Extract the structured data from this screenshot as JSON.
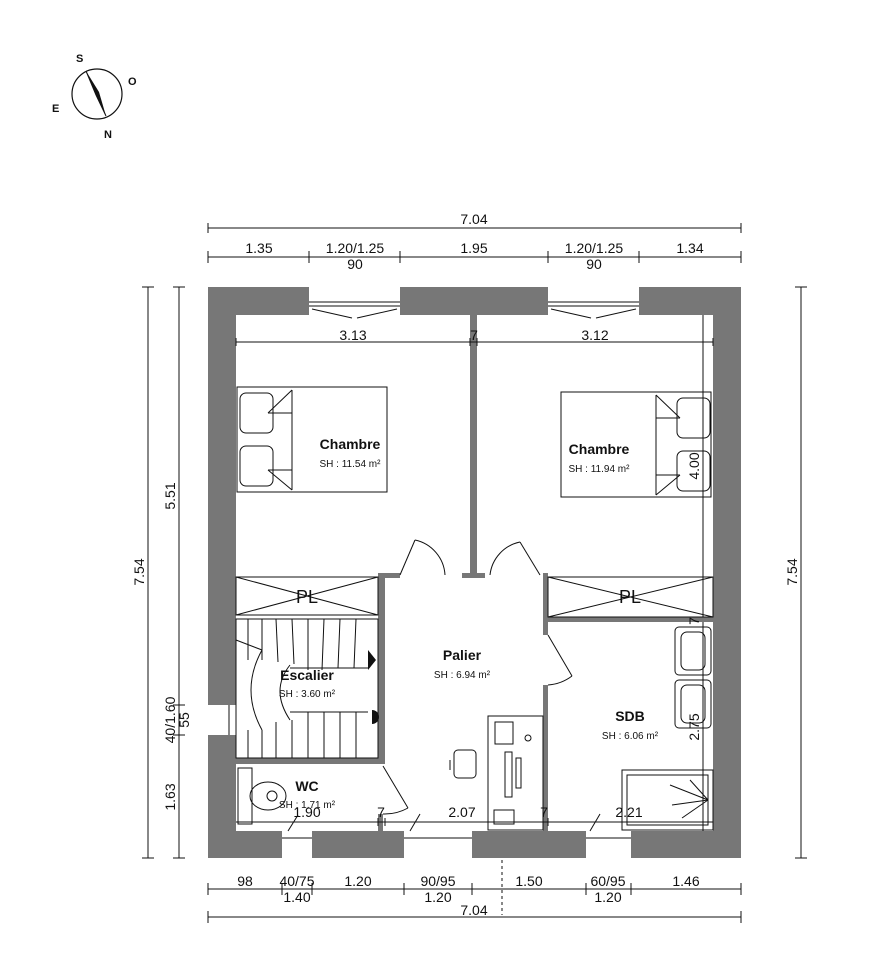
{
  "compass": {
    "labels": [
      "S",
      "O",
      "N",
      "E"
    ]
  },
  "dimensions": {
    "top_total": "7.04",
    "top_segments": [
      "1.35",
      "1.20/1.25",
      "1.95",
      "1.20/1.25",
      "1.34"
    ],
    "top_sub": [
      "90",
      "90"
    ],
    "bottom_segments": [
      "98",
      "40/75",
      "1.20",
      "90/95",
      "1.50",
      "60/95",
      "1.46"
    ],
    "bottom_sub": [
      "1.40",
      "1.20",
      "1.20"
    ],
    "bottom_total": "7.04",
    "left_total": "7.54",
    "left_upper": "5.51",
    "left_middle": "40/1.60",
    "left_middle_sub": "55",
    "left_lower": "1.63",
    "right_total": "7.54",
    "interior": {
      "room1_width": "3.13",
      "wall_thickness_1": "7",
      "room2_width": "3.12",
      "room2_depth": "4.00",
      "wall_thickness_2": "7",
      "sdb_depth": "2.75",
      "wc_width": "1.90",
      "wall_thickness_3": "7",
      "palier_width": "2.07",
      "wall_thickness_4": "7",
      "sdb_width": "2.21"
    }
  },
  "rooms": [
    {
      "name": "Chambre",
      "area": "SH : 11.54 m²"
    },
    {
      "name": "Chambre",
      "area": "SH : 11.94 m²"
    },
    {
      "name": "Palier",
      "area": "SH : 6.94 m²"
    },
    {
      "name": "Escalier",
      "area": "SH : 3.60 m²"
    },
    {
      "name": "SDB",
      "area": "SH : 6.06 m²"
    },
    {
      "name": "WC",
      "area": "SH : 1.71 m²"
    }
  ],
  "closets": [
    "PL",
    "PL"
  ]
}
